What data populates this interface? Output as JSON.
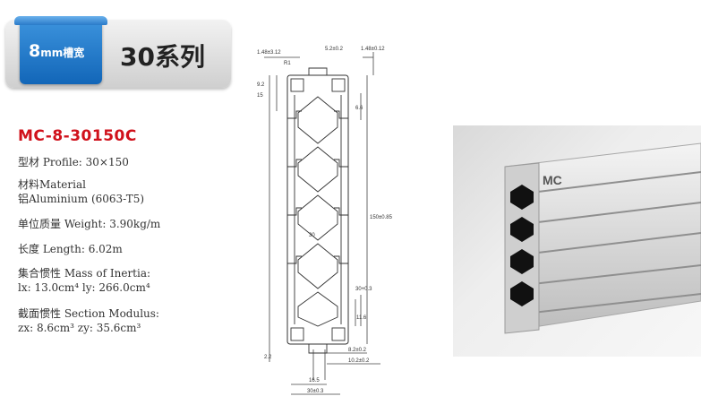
{
  "header": {
    "badge_number": "8",
    "badge_unit": "mm槽宽",
    "series_title": "30系列"
  },
  "product": {
    "model": "MC-8-30150C",
    "profile": "型材 Profile: 30×150",
    "material_line1": "材料Material",
    "material_line2": "铝Aluminium (6063-T5)",
    "unit_mass": "单位质量 Weight: 3.90kg/m",
    "length": "长度 Length: 6.02m",
    "inertia_label": "集合惯性 Mass of Inertia:",
    "inertia_values": "lx: 13.0cm⁴  ly: 266.0cm⁴",
    "modulus_label": "截面惯性 Section Modulus:",
    "modulus_values": "zx: 8.6cm³  zy: 35.6cm³"
  },
  "drawing": {
    "dims": {
      "top_left": "1.48±3.12",
      "top_mid": "5.2±0.2",
      "top_right": "1.48±0.12",
      "r": "R1",
      "left_9": "9.2",
      "left_15": "15",
      "right_6": "6.6",
      "height": "150±0.85",
      "mid": "30",
      "right_lower": "30+0.3",
      "side_11": "11.6",
      "bottom_82": "8.2±0.2",
      "bottom_102": "10.2±0.2",
      "bottom_22": "2.2",
      "bottom_165": "16.5",
      "bottom_30": "30±0.3"
    }
  },
  "photo": {
    "label": "MC"
  }
}
